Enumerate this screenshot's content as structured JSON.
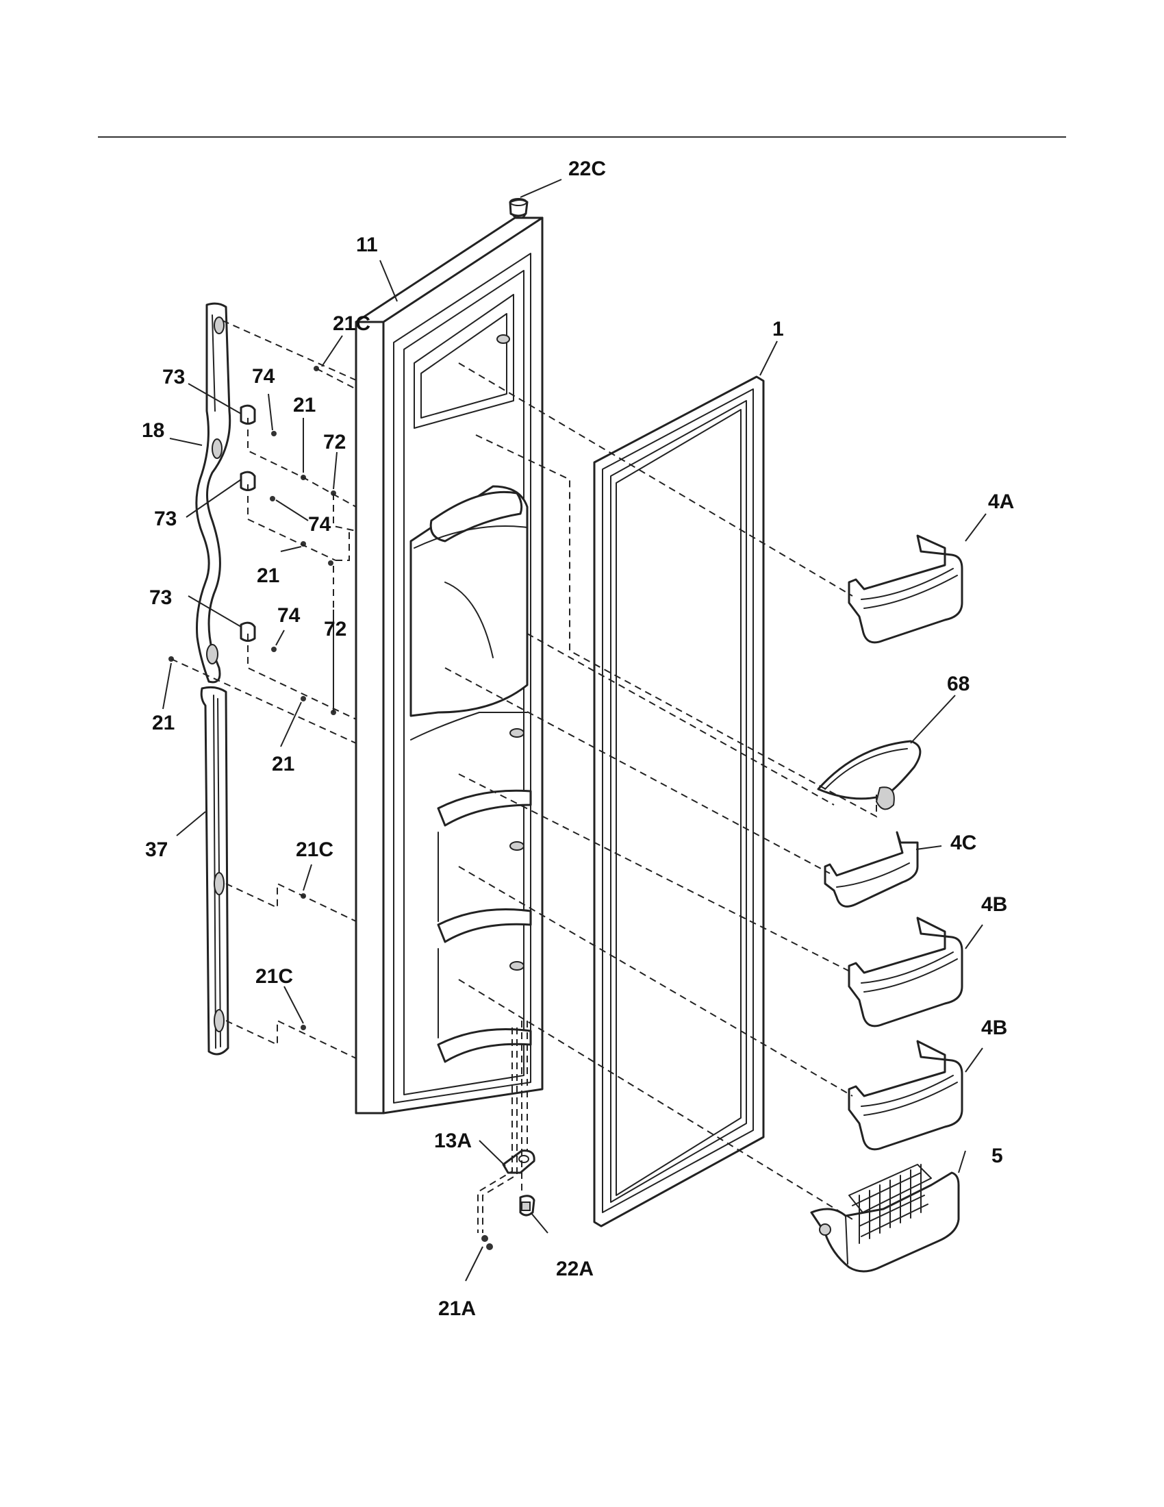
{
  "callouts": {
    "c22C_top": "22C",
    "c11": "11",
    "c21C_top": "21C",
    "c1": "1",
    "c73_a": "73",
    "c74_a": "74",
    "c21_a": "21",
    "c72_a": "72",
    "c18": "18",
    "c4A": "4A",
    "c73_b": "73",
    "c74_b": "74",
    "c21_b": "21",
    "c73_c": "73",
    "c74_c": "74",
    "c72_b": "72",
    "c68": "68",
    "c21_c": "21",
    "c21_d": "21",
    "c37": "37",
    "c21C_mid": "21C",
    "c4C": "4C",
    "c4B_a": "4B",
    "c21C_bot": "21C",
    "c4B_b": "4B",
    "c13A": "13A",
    "c5": "5",
    "c22A": "22A",
    "c21A": "21A"
  }
}
